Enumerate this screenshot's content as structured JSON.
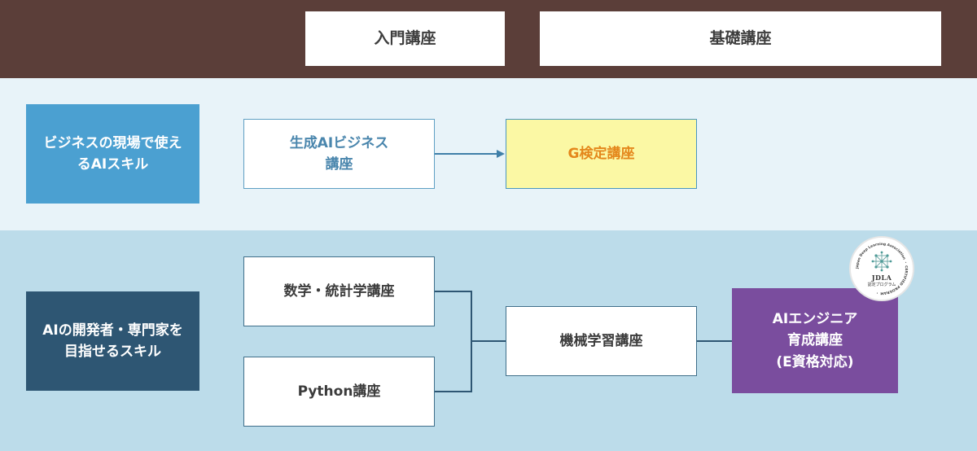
{
  "columns": {
    "intro": "入門講座",
    "basic": "基礎講座"
  },
  "categories": {
    "business": [
      "ビジネスの現場で使え",
      "るAIスキル"
    ],
    "developer": [
      "AIの開発者・専門家を",
      "目指せるスキル"
    ]
  },
  "courses": {
    "genai_business": [
      "生成AIビジネス",
      "講座"
    ],
    "g_kentei": "G検定講座",
    "math_stats": "数学・統計学講座",
    "python": "Python講座",
    "machine_learning": "機械学習講座",
    "ai_engineer": [
      "AIエンジニア",
      "育成講座",
      "(E資格対応)"
    ]
  },
  "badge": {
    "ring_text": "Japan Deep Learning Association ・ CERTIFIED PROGRAM ・",
    "title": "JDLA",
    "subtitle": "認定プログラム"
  },
  "colors": {
    "top_bar": "#5b3e39",
    "business_band": "#e8f3f9",
    "developer_band": "#bcdcea",
    "business_category": "#4ba0d1",
    "developer_category": "#2e5673",
    "g_kentei_fill": "#fbf8a4",
    "g_kentei_text": "#e4871b",
    "ai_engineer_fill": "#7a4d9e",
    "connector": "#2e5673"
  }
}
